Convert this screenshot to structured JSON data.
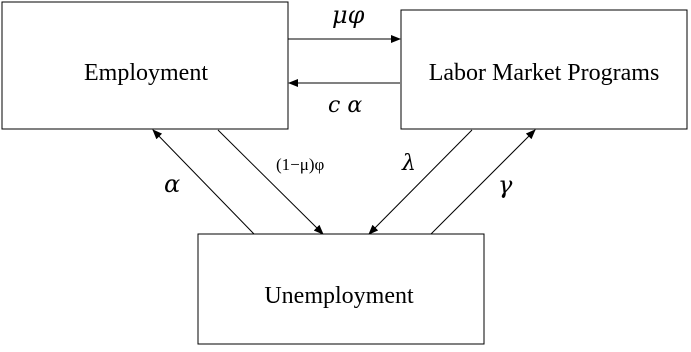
{
  "nodes": {
    "employment": {
      "label": "Employment"
    },
    "programs": {
      "label": "Labor Market Programs"
    },
    "unemployment": {
      "label": "Unemployment"
    }
  },
  "edges": {
    "employment_to_programs": {
      "label": "μφ"
    },
    "programs_to_employment": {
      "label": "c α"
    },
    "unemployment_to_employment": {
      "label": "α"
    },
    "employment_to_unemployment": {
      "label": "(1−μ)φ"
    },
    "programs_to_unemployment": {
      "label": "λ"
    },
    "unemployment_to_programs": {
      "label": "γ"
    }
  },
  "colors": {
    "stroke": "#000000",
    "background": "#ffffff"
  }
}
